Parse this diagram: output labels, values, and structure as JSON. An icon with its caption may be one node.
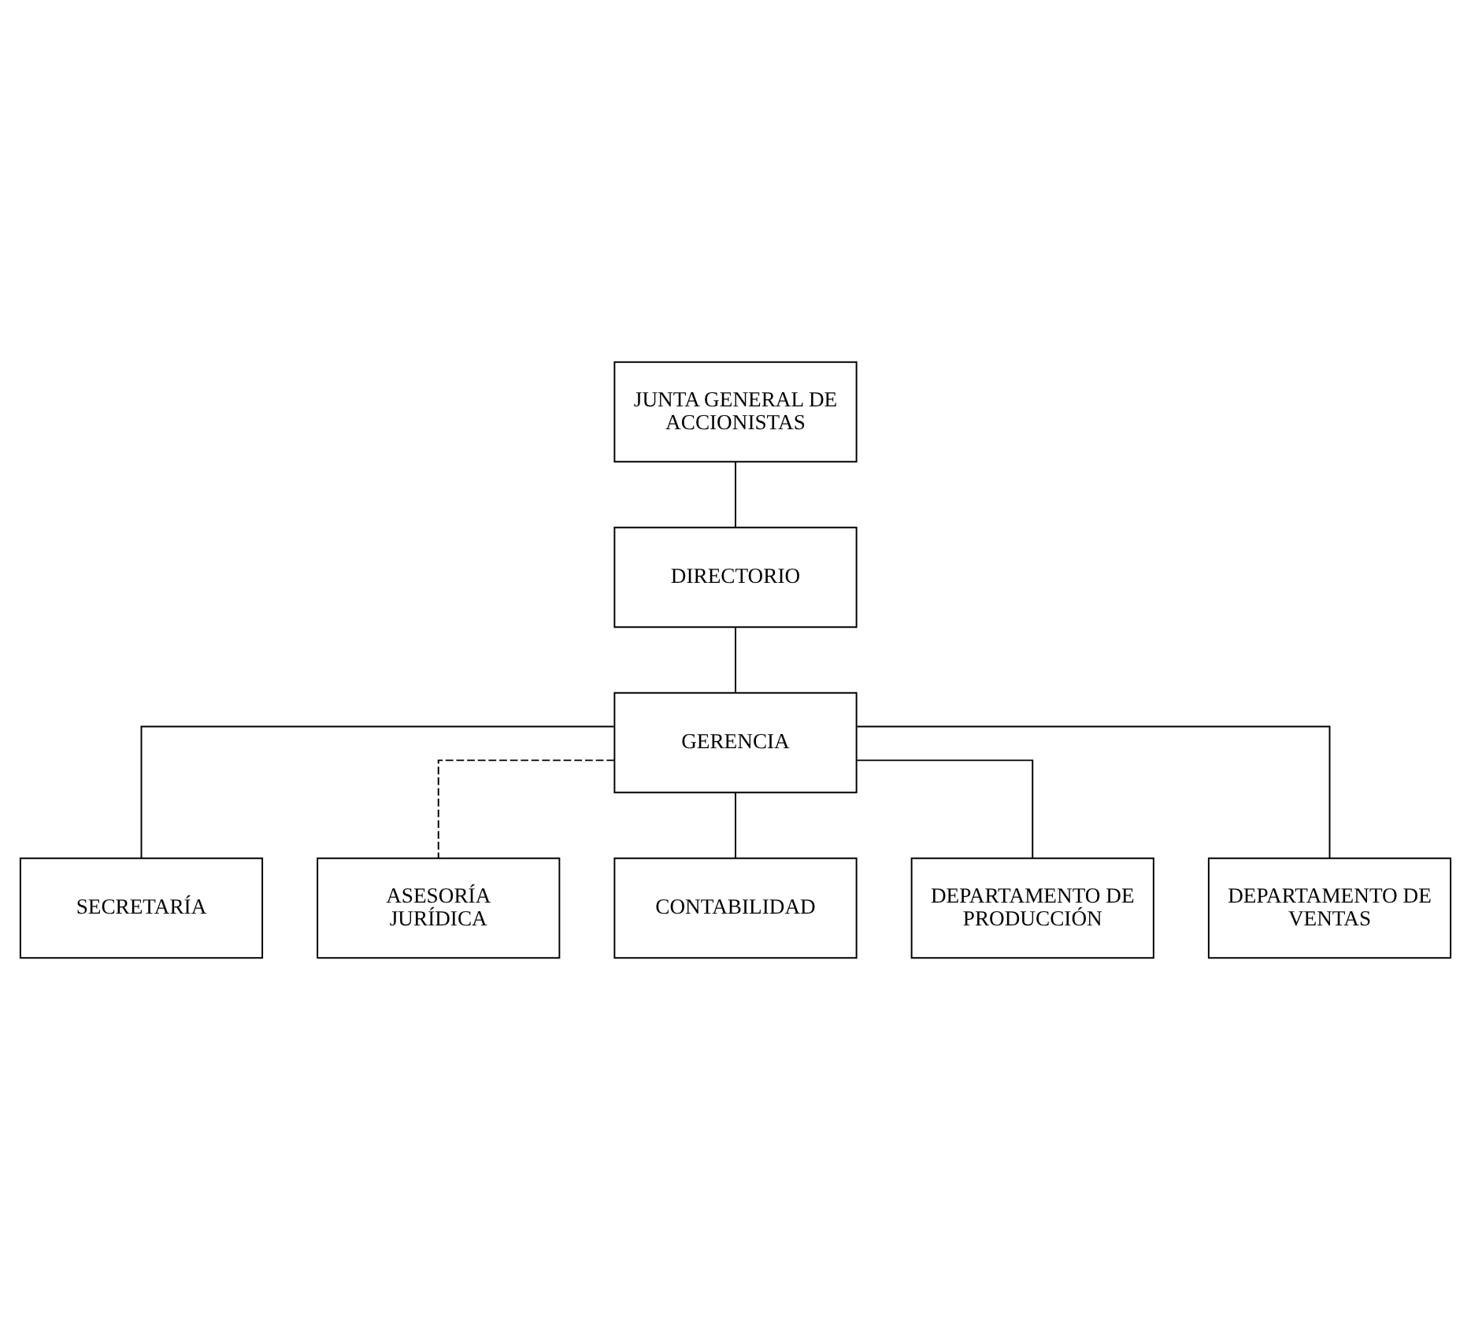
{
  "diagram": {
    "nodes": [
      {
        "text": [
          "JUNTA GENERAL DE ACCIONISTAS"
        ]
      },
      {
        "text": [
          "DIRECTORIO"
        ]
      },
      {
        "text": [
          "GERENCIA"
        ]
      },
      {
        "text": [
          "SECRETARÍA"
        ]
      },
      {
        "text": [
          "ASESORÍA JURÍDICA"
        ]
      },
      {
        "text": [
          "CONTABILIDAD"
        ]
      },
      {
        "text": [
          "DEPARTAMENTO DE PRODUCCIÓN"
        ]
      },
      {
        "text": [
          "DEPARTAMENTO DE VENTAS"
        ]
      }
    ],
    "edges": [
      {
        "from": 0,
        "to": 1,
        "arrow": "none"
      },
      {
        "from": 1,
        "to": 2,
        "arrow": "none"
      },
      {
        "from": 2,
        "to": 3,
        "arrow": "none"
      },
      {
        "from": 2,
        "to": 4,
        "arrow": "none",
        "style": "dashed"
      },
      {
        "from": 2,
        "to": 5,
        "arrow": "none"
      },
      {
        "from": 2,
        "to": 6,
        "arrow": "none"
      },
      {
        "from": 2,
        "to": 7,
        "arrow": "none"
      }
    ]
  }
}
